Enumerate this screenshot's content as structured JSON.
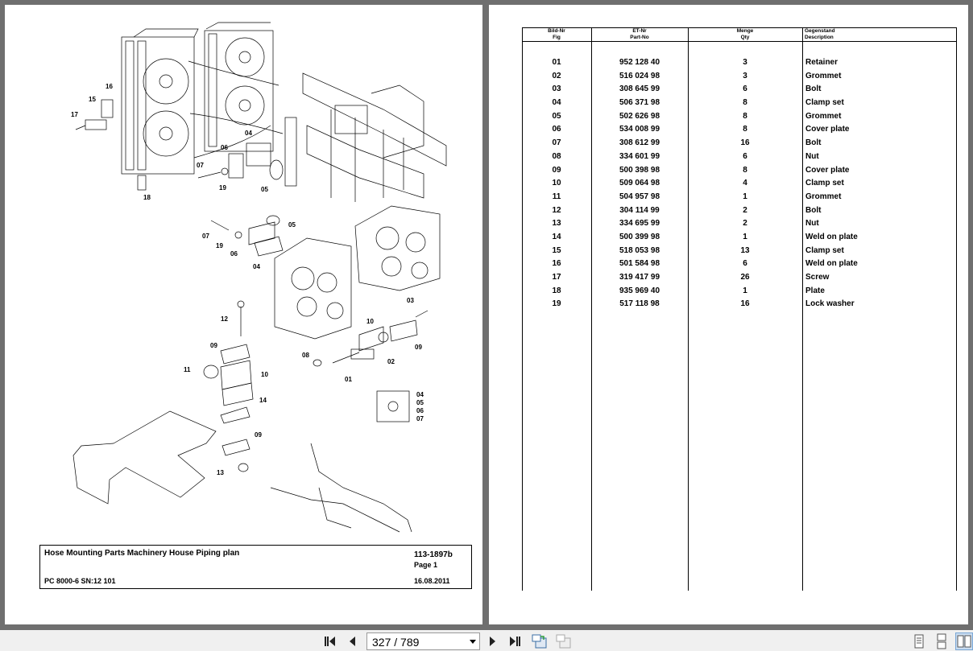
{
  "drawing": {
    "labels": [
      {
        "t": "16"
      },
      {
        "t": "15"
      },
      {
        "t": "17"
      },
      {
        "t": "18"
      },
      {
        "t": "04"
      },
      {
        "t": "06"
      },
      {
        "t": "07"
      },
      {
        "t": "19"
      },
      {
        "t": "05"
      },
      {
        "t": "07"
      },
      {
        "t": "19"
      },
      {
        "t": "06"
      },
      {
        "t": "05"
      },
      {
        "t": "04"
      },
      {
        "t": "12"
      },
      {
        "t": "03"
      },
      {
        "t": "10"
      },
      {
        "t": "09"
      },
      {
        "t": "09"
      },
      {
        "t": "02"
      },
      {
        "t": "08"
      },
      {
        "t": "01"
      },
      {
        "t": "11"
      },
      {
        "t": "10"
      },
      {
        "t": "14"
      },
      {
        "t": "04"
      },
      {
        "t": "05"
      },
      {
        "t": "06"
      },
      {
        "t": "07"
      },
      {
        "t": "09"
      },
      {
        "t": "13"
      }
    ]
  },
  "titleblock": {
    "title": "Hose Mounting Parts Machinery House Piping plan",
    "doc_no": "113-1897b",
    "page": "Page 1",
    "model": "PC 8000-6 SN:12 101",
    "date": "16.08.2011"
  },
  "table": {
    "headers": {
      "fig": {
        "de": "Bild-Nr",
        "en": "Fig"
      },
      "part": {
        "de": "ET-Nr",
        "en": "Part-No"
      },
      "qty": {
        "de": "Menge",
        "en": "Qty"
      },
      "desc": {
        "de": "Gegenstand",
        "en": "Description"
      }
    },
    "rows": [
      {
        "fig": "01",
        "part": "952 128 40",
        "qty": "3",
        "desc": "Retainer"
      },
      {
        "fig": "02",
        "part": "516 024 98",
        "qty": "3",
        "desc": "Grommet"
      },
      {
        "fig": "03",
        "part": "308 645 99",
        "qty": "6",
        "desc": "Bolt"
      },
      {
        "fig": "04",
        "part": "506 371 98",
        "qty": "8",
        "desc": "Clamp set"
      },
      {
        "fig": "05",
        "part": "502 626 98",
        "qty": "8",
        "desc": "Grommet"
      },
      {
        "fig": "06",
        "part": "534 008 99",
        "qty": "8",
        "desc": "Cover plate"
      },
      {
        "fig": "07",
        "part": "308 612 99",
        "qty": "16",
        "desc": "Bolt"
      },
      {
        "fig": "08",
        "part": "334 601 99",
        "qty": "6",
        "desc": "Nut"
      },
      {
        "fig": "09",
        "part": "500 398 98",
        "qty": "8",
        "desc": "Cover plate"
      },
      {
        "fig": "10",
        "part": "509 064 98",
        "qty": "4",
        "desc": "Clamp set"
      },
      {
        "fig": "11",
        "part": "504 957 98",
        "qty": "1",
        "desc": "Grommet"
      },
      {
        "fig": "12",
        "part": "304 114 99",
        "qty": "2",
        "desc": "Bolt"
      },
      {
        "fig": "13",
        "part": "334 695 99",
        "qty": "2",
        "desc": "Nut"
      },
      {
        "fig": "14",
        "part": "500 399 98",
        "qty": "1",
        "desc": "Weld on plate"
      },
      {
        "fig": "15",
        "part": "518 053 98",
        "qty": "13",
        "desc": "Clamp set"
      },
      {
        "fig": "16",
        "part": "501 584 98",
        "qty": "6",
        "desc": "Weld on plate"
      },
      {
        "fig": "17",
        "part": "319 417 99",
        "qty": "26",
        "desc": "Screw"
      },
      {
        "fig": "18",
        "part": "935 969 40",
        "qty": "1",
        "desc": "Plate"
      },
      {
        "fig": "19",
        "part": "517 118 98",
        "qty": "16",
        "desc": "Lock washer"
      }
    ]
  },
  "toolbar": {
    "page_indicator": "327 / 789",
    "icons": [
      "first-page-icon",
      "prev-page-icon",
      "dropdown-icon",
      "next-page-icon",
      "last-page-icon",
      "back-view-icon",
      "forward-view-icon",
      "single-page-icon",
      "continuous-page-icon",
      "two-page-icon"
    ]
  }
}
